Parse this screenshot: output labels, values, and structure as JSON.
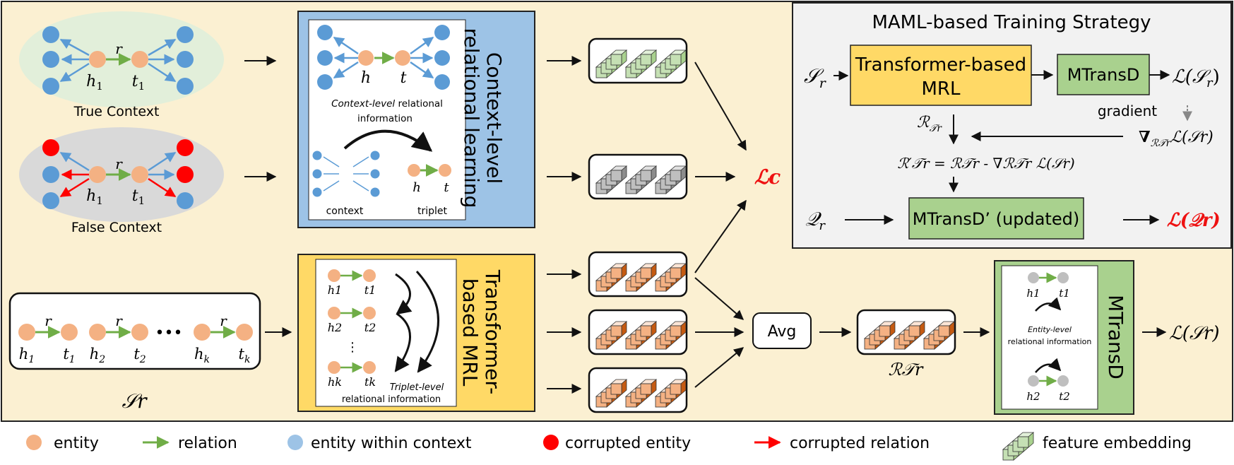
{
  "maml": {
    "title": "MAML-based Training Strategy",
    "support_set": "𝒮",
    "support_sub": "r",
    "transformer_line1": "Transformer-based",
    "transformer_line2": "MRL",
    "mtransd": "MTransD",
    "loss_support": "ℒ(𝒮",
    "loss_support_sub": "r",
    "gradient": "gradient",
    "grad_expr": "∇",
    "grad_sub": "ℛ𝒯r",
    "grad_loss": "ℒ(𝒮r)",
    "rel_meta": "ℛ",
    "rel_meta_sub": "𝒯r",
    "update_eq": "ℛ′𝒯r = ℛ𝒯r - ∇ℛ𝒯r ℒ(𝒮r)",
    "query_set": "𝒬",
    "query_sub": "r",
    "mtransd_updated": "MTransD’ (updated)",
    "loss_query": "ℒ(𝒬r)"
  },
  "context": {
    "true_label": "True Context",
    "false_label": "False Context",
    "r": "r",
    "h1": "h",
    "t1": "t",
    "sub1": "1",
    "box_title_line1": "Context-level",
    "box_title_line2": "relational learning",
    "inner_h": "h",
    "inner_t": "t",
    "inner_caption_italic": "Context-level",
    "inner_caption_rest": "relational",
    "inner_caption_line2": "information",
    "context_word": "context",
    "triplet_word": "triplet",
    "loss_c": "ℒc"
  },
  "mrl": {
    "support_label": "𝒮r",
    "r": "r",
    "dots": "•••",
    "h_labels": [
      "h",
      "h",
      "h"
    ],
    "t_labels": [
      "t",
      "t",
      "t"
    ],
    "subs": [
      "1",
      "2",
      "k"
    ],
    "box_title_line1": "Transformer-",
    "box_title_line2": "based MRL",
    "inner_h": [
      "h1",
      "h2",
      "hk"
    ],
    "inner_t": [
      "t1",
      "t2",
      "tk"
    ],
    "vdots": "⋮",
    "inner_caption_italic": "Triplet-level",
    "inner_caption_line2": "relational information",
    "avg": "Avg",
    "rel_label": "ℛ𝒯r",
    "mtransd_title": "MTransD",
    "entity_caption_italic": "Entity-level",
    "entity_caption_line2": "relational information",
    "inner_h1": "h1",
    "inner_t1": "t1",
    "inner_h2": "h2",
    "inner_t2": "t2",
    "final_loss": "ℒ(𝒮r)"
  },
  "legend": {
    "items": [
      {
        "label": "entity"
      },
      {
        "label": "relation"
      },
      {
        "label": "entity within context"
      },
      {
        "label": "corrupted entity"
      },
      {
        "label": "corrupted relation"
      },
      {
        "label": "feature embedding"
      }
    ]
  },
  "colors": {
    "background": "#fbf0d2",
    "entity": "#f4b183",
    "context_entity": "#5b9bd5",
    "corrupted": "#ff0000",
    "relation": "#70ad47",
    "blue_box": "#9dc3e6",
    "yellow_box": "#ffd966",
    "green_box": "#a9d18e",
    "maml_bg": "#f2f2f2",
    "red_text": "#ee1111"
  }
}
